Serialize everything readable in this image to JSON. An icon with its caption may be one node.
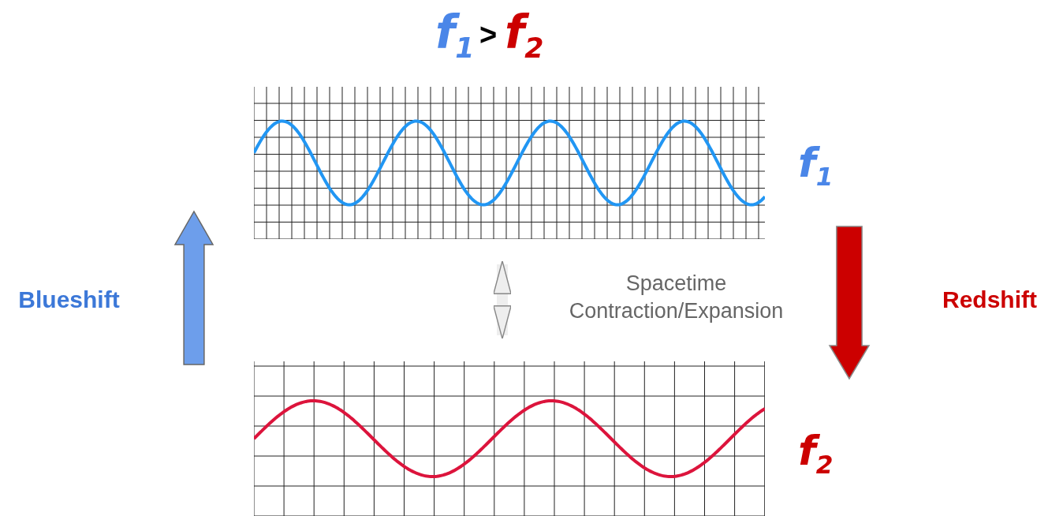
{
  "diagram": {
    "nodes": [
      {
        "text": [],
        "shape": "picture",
        "beside": [
          "f$_{1}$"
        ]
      },
      {
        "text": [],
        "shape": "picture",
        "beside": [
          "f$_{2}$"
        ]
      }
    ],
    "edges": [
      {
        "from": 0,
        "to": 1,
        "arrow": "both"
      }
    ],
    "labels": [
      "f$_{1}$",
      ">",
      "f$_{2}$",
      "Blueshift",
      "Spacetime Contraction/Expansion",
      "Redshift"
    ]
  }
}
